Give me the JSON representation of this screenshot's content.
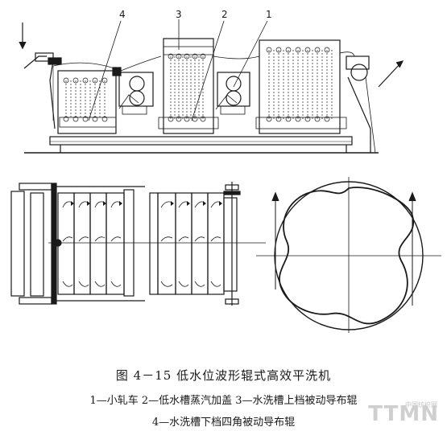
{
  "figure": {
    "callouts": [
      "4",
      "3",
      "2",
      "1"
    ],
    "title": "图 4－15    低水位波形辊式高效平洗机",
    "legend_line1": "1—小轧车   2—低水槽蒸汽加盖   3—水洗槽上档被动导布辊",
    "legend_line2": "4—水洗槽下档四角被动导布辊"
  },
  "watermark": {
    "text": "TTMN",
    "subtext": "中国纺织网"
  }
}
